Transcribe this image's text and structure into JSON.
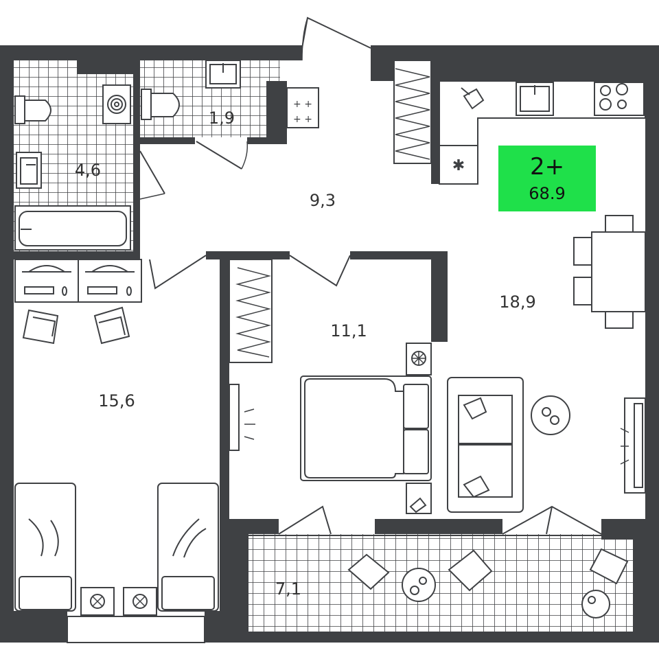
{
  "badge": {
    "rooms": "2+",
    "area": "68.9",
    "color": "#1fe04a"
  },
  "rooms": [
    {
      "id": "bathroom",
      "area": "4,6"
    },
    {
      "id": "toilet",
      "area": "1,9"
    },
    {
      "id": "hallway",
      "area": "9,3"
    },
    {
      "id": "kitchen-living",
      "area": "18,9"
    },
    {
      "id": "bedroom",
      "area": "11,1"
    },
    {
      "id": "children-room",
      "area": "15,6"
    },
    {
      "id": "balcony",
      "area": "7,1"
    }
  ],
  "colors": {
    "wall": "#3f4144",
    "background": "#ffffff"
  }
}
